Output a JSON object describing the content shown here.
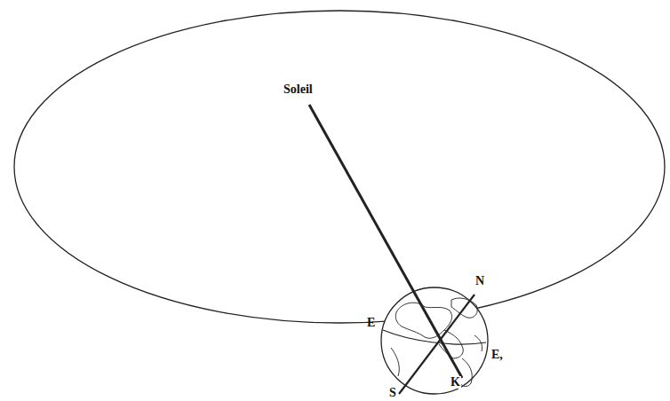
{
  "diagram": {
    "labels": [
      "Soleil",
      "N",
      "E",
      "K",
      "E,",
      "S"
    ]
  }
}
